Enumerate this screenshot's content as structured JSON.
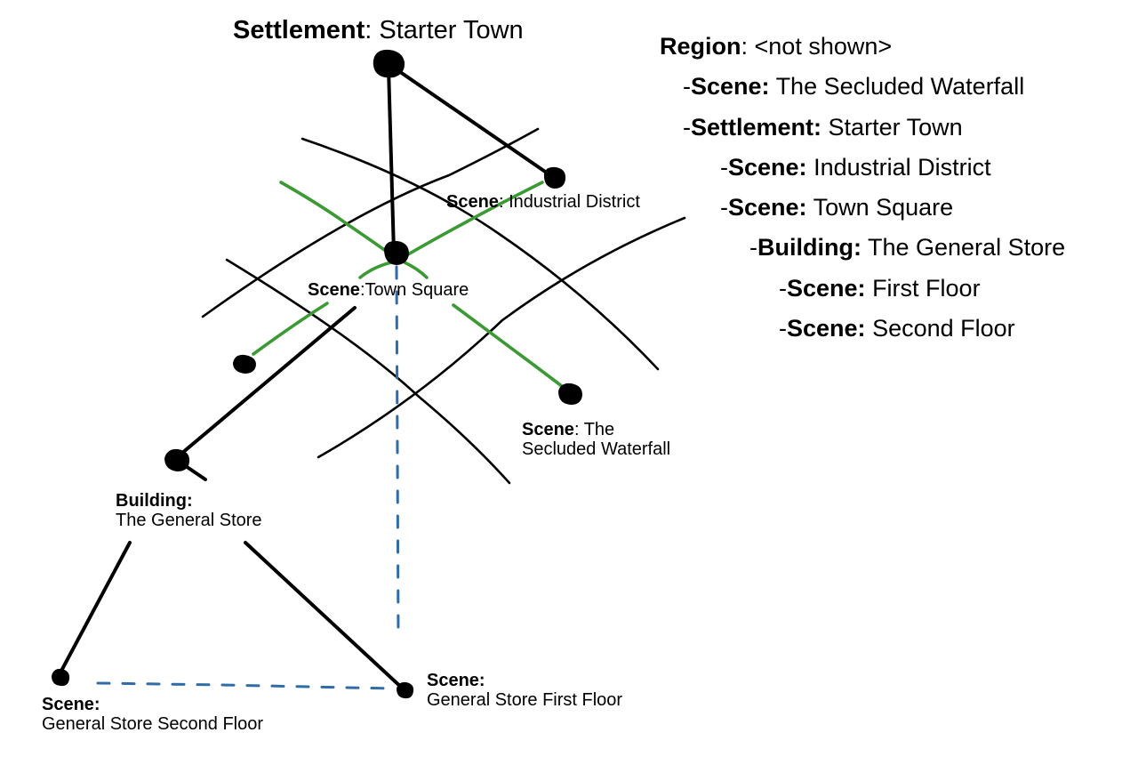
{
  "diagram": {
    "labels": {
      "settlement": {
        "kind": "Settlement",
        "sep": ": ",
        "name": "Starter Town"
      },
      "industrial": {
        "kind": "Scene",
        "sep": ": ",
        "name": "Industrial District"
      },
      "town_square": {
        "kind": "Scene",
        "sep": ":",
        "name": "Town Square"
      },
      "waterfall": {
        "kind": "Scene",
        "sep": ": ",
        "name_line1": "The",
        "name_line2": "Secluded Waterfall"
      },
      "building": {
        "kind": "Building:",
        "name": "The General Store"
      },
      "first_floor": {
        "kind": "Scene:",
        "name": "General Store First Floor"
      },
      "second_floor": {
        "kind": "Scene:",
        "name": "General Store Second Floor"
      }
    },
    "colors": {
      "ink": "#000000",
      "connection": "#3c9a35",
      "dashed_link": "#2f6ca8"
    }
  },
  "hierarchy": [
    {
      "prefix": "",
      "kind": "Region",
      "sep": ": ",
      "name": "<not shown>",
      "level": 0
    },
    {
      "prefix": "-",
      "kind": "Scene:",
      "sep": " ",
      "name": "The Secluded Waterfall",
      "level": 1
    },
    {
      "prefix": "-",
      "kind": "Settlement:",
      "sep": " ",
      "name": "Starter Town",
      "level": 1
    },
    {
      "prefix": "-",
      "kind": "Scene:",
      "sep": " ",
      "name": "Industrial District",
      "level": 2
    },
    {
      "prefix": "-",
      "kind": "Scene:",
      "sep": " ",
      "name": "Town Square",
      "level": 2
    },
    {
      "prefix": "-",
      "kind": "Building:",
      "sep": " ",
      "name": "The General Store",
      "level": 3
    },
    {
      "prefix": "-",
      "kind": "Scene:",
      "sep": " ",
      "name": "First Floor",
      "level": 4
    },
    {
      "prefix": "-",
      "kind": "Scene:",
      "sep": " ",
      "name": "Second Floor",
      "level": 4
    }
  ]
}
